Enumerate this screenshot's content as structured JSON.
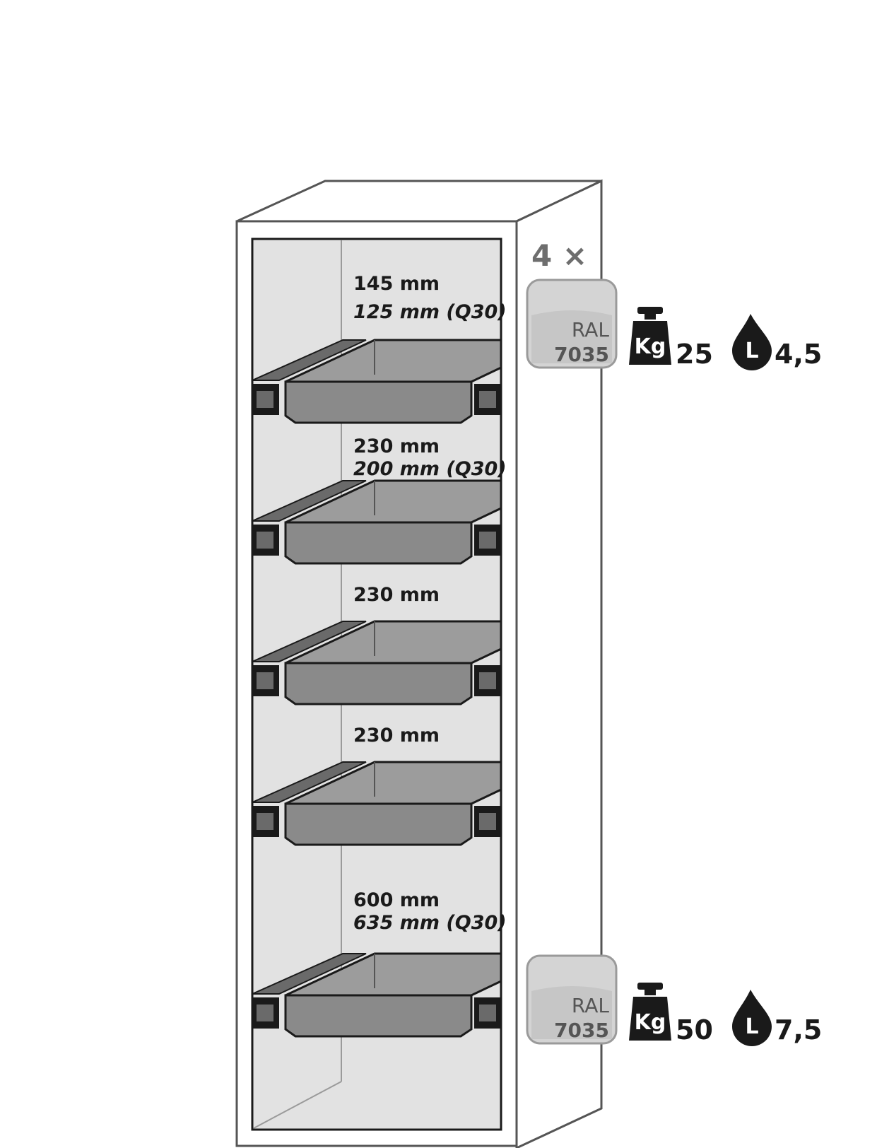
{
  "multiplier": "4 ×",
  "compartments": [
    {
      "height": "145 mm",
      "height_q30": "125 mm (Q30)"
    },
    {
      "height": "230 mm",
      "height_q30": "200 mm (Q30)"
    },
    {
      "height": "230 mm",
      "height_q30": ""
    },
    {
      "height": "230 mm",
      "height_q30": ""
    },
    {
      "height": "600 mm",
      "height_q30": "635 mm (Q30)"
    }
  ],
  "trays": [
    {
      "ral_top": "RAL",
      "ral_code": "7035",
      "weight_icon_label": "Kg",
      "weight_value": "25",
      "volume_icon_label": "L",
      "volume_value": "4,5"
    },
    {
      "ral_top": "RAL",
      "ral_code": "7035",
      "weight_icon_label": "Kg",
      "weight_value": "50",
      "volume_icon_label": "L",
      "volume_value": "7,5"
    }
  ],
  "colors": {
    "interior": "#e2e2e2",
    "tray_fill": "#8a8a8a",
    "tray_top": "#9c9c9c",
    "outline": "#1a1a1a",
    "cabinet_line": "#555555",
    "swatch": "#d4d4d4",
    "icon": "#1a1a1a"
  },
  "icons": {
    "weight": "weight-kg-icon",
    "volume": "droplet-l-icon"
  }
}
